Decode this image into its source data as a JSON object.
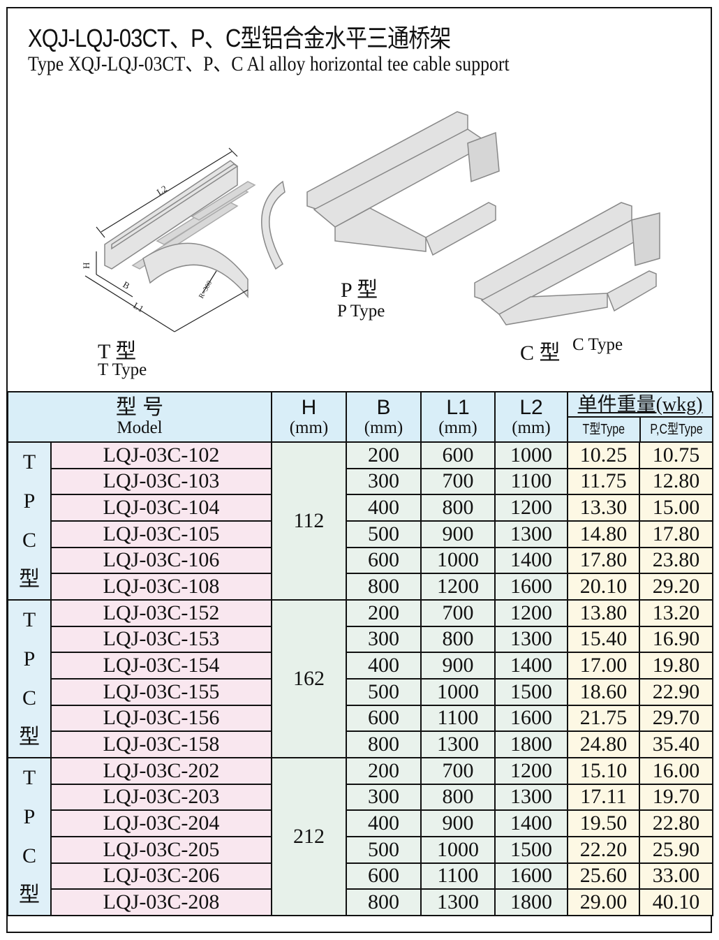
{
  "title": {
    "cn": "XQJ-LQJ-03CT、P、C型铝合金水平三通桥架",
    "en": "Type XQJ-LQJ-03CT、P、C  Al alloy  horizontal tee cable support"
  },
  "drawings": {
    "t_type": {
      "cn": "T 型",
      "en": "T Type",
      "dims": {
        "l2": "L2",
        "h": "H",
        "b": "B",
        "l1": "L1",
        "r": "R=300"
      }
    },
    "p_type": {
      "cn": "P 型",
      "en": "P Type"
    },
    "c_type": {
      "cn": "C 型",
      "en": "C Type"
    }
  },
  "table": {
    "headers": {
      "model_cn": "型 号",
      "model_en": "Model",
      "h": "H",
      "b": "B",
      "l1": "L1",
      "l2": "L2",
      "unit": "(mm)",
      "weight_cn": "单件重量",
      "weight_unit": "(wkg)",
      "t_type": "T型Type",
      "pc_type": "P,C型Type"
    },
    "group_label": [
      "T",
      "P",
      "C",
      "型"
    ],
    "groups": [
      {
        "h": "112",
        "rows": [
          [
            "LQJ-03C-102",
            "200",
            "600",
            "1000",
            "10.25",
            "10.75"
          ],
          [
            "LQJ-03C-103",
            "300",
            "700",
            "1100",
            "11.75",
            "12.80"
          ],
          [
            "LQJ-03C-104",
            "400",
            "800",
            "1200",
            "13.30",
            "15.00"
          ],
          [
            "LQJ-03C-105",
            "500",
            "900",
            "1300",
            "14.80",
            "17.80"
          ],
          [
            "LQJ-03C-106",
            "600",
            "1000",
            "1400",
            "17.80",
            "23.80"
          ],
          [
            "LQJ-03C-108",
            "800",
            "1200",
            "1600",
            "20.10",
            "29.20"
          ]
        ]
      },
      {
        "h": "162",
        "rows": [
          [
            "LQJ-03C-152",
            "200",
            "700",
            "1200",
            "13.80",
            "13.20"
          ],
          [
            "LQJ-03C-153",
            "300",
            "800",
            "1300",
            "15.40",
            "16.90"
          ],
          [
            "LQJ-03C-154",
            "400",
            "900",
            "1400",
            "17.00",
            "19.80"
          ],
          [
            "LQJ-03C-155",
            "500",
            "1000",
            "1500",
            "18.60",
            "22.90"
          ],
          [
            "LQJ-03C-156",
            "600",
            "1100",
            "1600",
            "21.75",
            "29.70"
          ],
          [
            "LQJ-03C-158",
            "800",
            "1300",
            "1800",
            "24.80",
            "35.40"
          ]
        ]
      },
      {
        "h": "212",
        "rows": [
          [
            "LQJ-03C-202",
            "200",
            "700",
            "1200",
            "15.10",
            "16.00"
          ],
          [
            "LQJ-03C-203",
            "300",
            "800",
            "1300",
            "17.11",
            "19.70"
          ],
          [
            "LQJ-03C-204",
            "400",
            "900",
            "1400",
            "19.50",
            "22.80"
          ],
          [
            "LQJ-03C-205",
            "500",
            "1000",
            "1500",
            "22.20",
            "25.90"
          ],
          [
            "LQJ-03C-206",
            "600",
            "1100",
            "1600",
            "25.60",
            "33.00"
          ],
          [
            "LQJ-03C-208",
            "800",
            "1300",
            "1800",
            "29.00",
            "40.10"
          ]
        ]
      }
    ]
  }
}
